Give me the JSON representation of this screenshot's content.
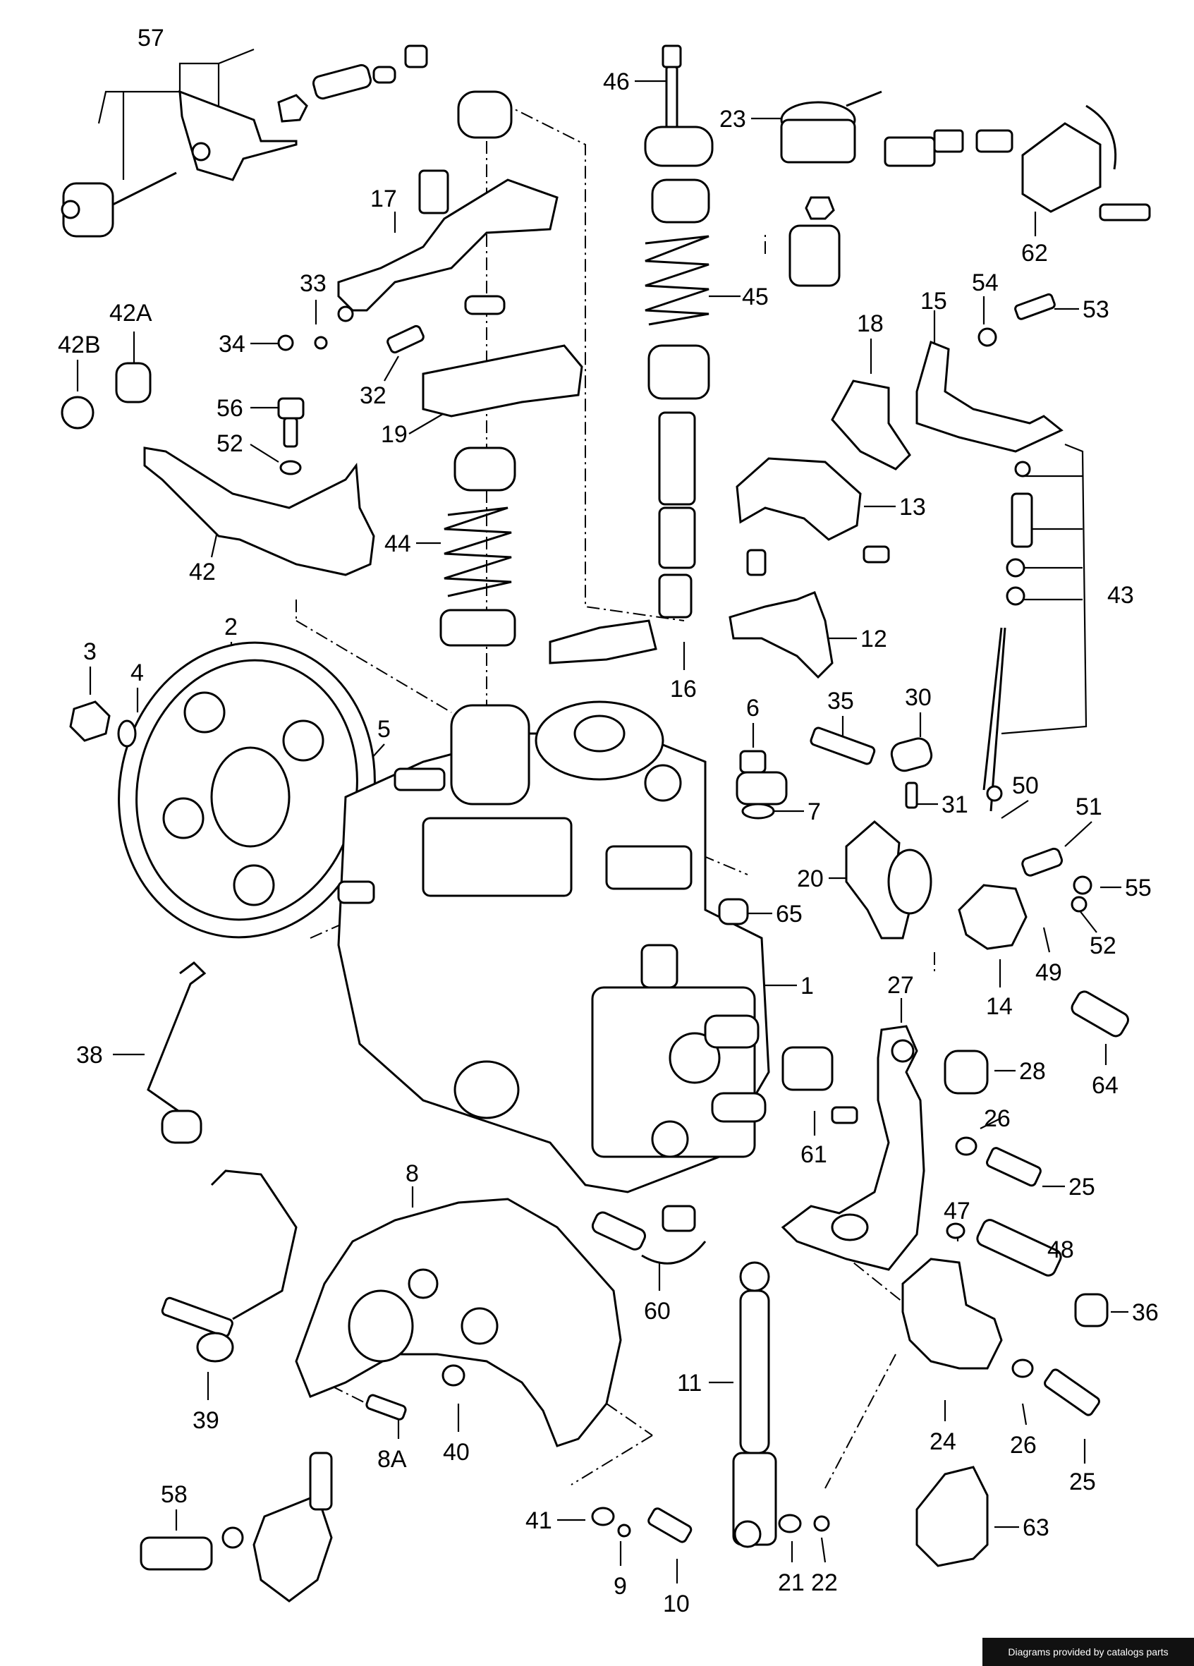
{
  "callouts": [
    "57",
    "42A",
    "42B",
    "17",
    "33",
    "34",
    "32",
    "19",
    "56",
    "52",
    "42",
    "44",
    "46",
    "23",
    "62",
    "45",
    "18",
    "15",
    "54",
    "53",
    "13",
    "43",
    "12",
    "16",
    "3",
    "4",
    "2",
    "5",
    "6",
    "35",
    "30",
    "31",
    "50",
    "7",
    "51",
    "55",
    "20",
    "52b",
    "49",
    "14",
    "65",
    "1",
    "27",
    "28",
    "26",
    "25",
    "64",
    "38",
    "61",
    "47",
    "48",
    "36",
    "8",
    "60",
    "11",
    "39",
    "8A",
    "40",
    "41",
    "9",
    "10",
    "24",
    "26b",
    "25b",
    "63",
    "21",
    "22",
    "58"
  ],
  "labels": {
    "57": "57",
    "42A": "42A",
    "42B": "42B",
    "17": "17",
    "33": "33",
    "34": "34",
    "32": "32",
    "19": "19",
    "56": "56",
    "52": "52",
    "42": "42",
    "44": "44",
    "46": "46",
    "23": "23",
    "62": "62",
    "45": "45",
    "18": "18",
    "15": "15",
    "54": "54",
    "53": "53",
    "13": "13",
    "43": "43",
    "12": "12",
    "16": "16",
    "3": "3",
    "4": "4",
    "2": "2",
    "5": "5",
    "6": "6",
    "35": "35",
    "30": "30",
    "31": "31",
    "50": "50",
    "7": "7",
    "51": "51",
    "55": "55",
    "20": "20",
    "52b": "52",
    "49": "49",
    "14": "14",
    "65": "65",
    "1": "1",
    "27": "27",
    "28": "28",
    "26": "26",
    "25": "25",
    "64": "64",
    "38": "38",
    "61": "61",
    "47": "47",
    "48": "48",
    "36": "36",
    "8": "8",
    "60": "60",
    "11": "11",
    "39": "39",
    "8A": "8A",
    "40": "40",
    "41": "41",
    "9": "9",
    "10": "10",
    "24": "24",
    "26b": "26",
    "25b": "25",
    "63": "63",
    "21": "21",
    "22": "22",
    "58": "58"
  },
  "credit": "Diagrams provided by catalogs parts"
}
